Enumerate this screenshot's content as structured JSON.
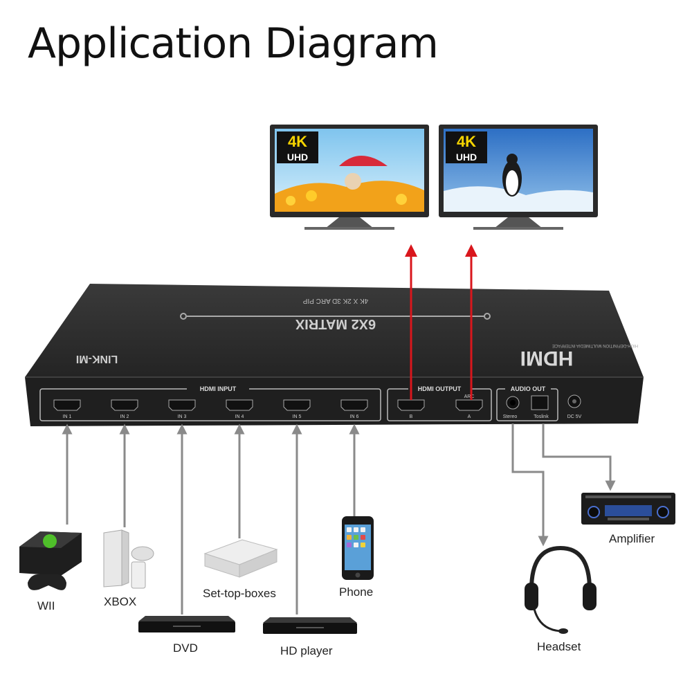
{
  "title": "Application Diagram",
  "monitors": [
    {
      "badge_top": "4K",
      "badge_bottom": "UHD"
    },
    {
      "badge_top": "4K",
      "badge_bottom": "UHD"
    }
  ],
  "device": {
    "brand": "LINK-MI",
    "model": "6X2 MATRIX",
    "features": "4K X 2K 3D ARC PIP",
    "logo": "HDMI",
    "logo_sub": "HIGH-DEFINITION MULTIMEDIA INTERFACE",
    "hdmi_input_label": "HDMI INPUT",
    "hdmi_output_label": "HDMI OUTPUT",
    "audio_out_label": "AUDIO OUT",
    "arc_label": "ARC",
    "inputs": [
      "IN 1",
      "IN 2",
      "IN 3",
      "IN 4",
      "IN 5",
      "IN 6"
    ],
    "outputs": [
      "B",
      "A"
    ],
    "audio_ports": [
      "Stereo",
      "Toslink",
      "DC 5V"
    ]
  },
  "sources": {
    "wii": "WII",
    "xbox": "XBOX",
    "settop": "Set-top-boxes",
    "phone": "Phone",
    "dvd": "DVD",
    "hdplayer": "HD player"
  },
  "audio_devices": {
    "amplifier": "Amplifier",
    "headset": "Headset"
  },
  "colors": {
    "arrow_red": "#d9161c",
    "line_gray": "#8a8a8a",
    "device_body": "#2b2b2b"
  }
}
